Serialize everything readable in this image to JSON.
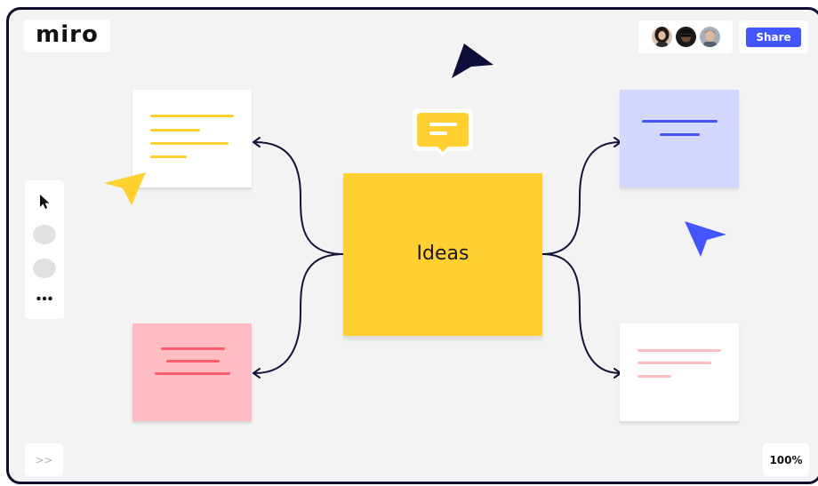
{
  "app": {
    "logo": "miro"
  },
  "header": {
    "share_label": "Share",
    "collaborators": [
      {
        "name": "collaborator-1",
        "color": "#2b2222"
      },
      {
        "name": "collaborator-2",
        "color": "#161616"
      },
      {
        "name": "collaborator-3",
        "color": "#8a8f99"
      }
    ]
  },
  "toolbar": {
    "items": [
      {
        "name": "select-tool",
        "icon": "cursor-arrow-icon"
      },
      {
        "name": "tool-2",
        "icon": "circle-placeholder-icon"
      },
      {
        "name": "tool-3",
        "icon": "circle-placeholder-icon"
      },
      {
        "name": "more-tools",
        "icon": "more-dots-icon"
      }
    ],
    "more_label": "•••"
  },
  "footer": {
    "expand_label": ">>",
    "zoom_label": "100%"
  },
  "board": {
    "central_label": "Ideas",
    "colors": {
      "yellow": "#ffd02f",
      "blue_note": "#d4d8ff",
      "blue_line": "#4255ff",
      "pink_note": "#ffbcc2",
      "pink_line": "#ff5a6e",
      "connector": "#12123a",
      "background": "#f3f3f3"
    }
  }
}
